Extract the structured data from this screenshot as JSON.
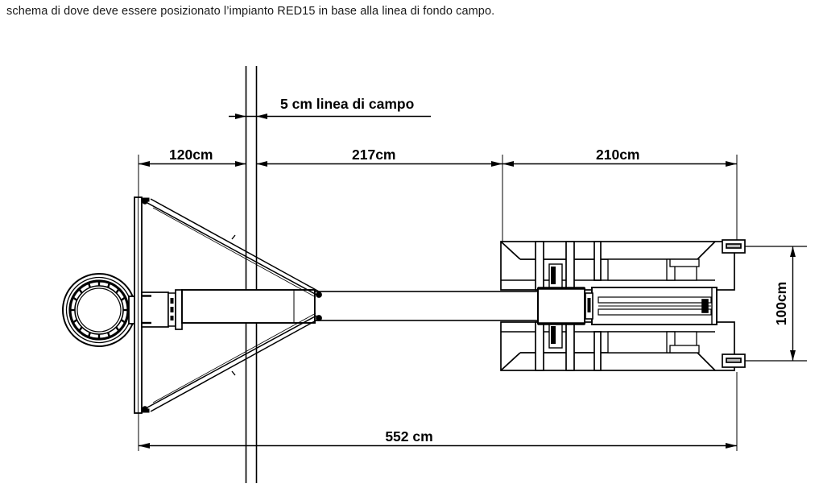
{
  "caption": "schema di dove deve essere posizionato l’impianto RED15 in base alla linea di fondo campo.",
  "drawing": {
    "title": "RED15 basketball hoop installation layout",
    "line_color": "#000000",
    "background": "#ffffff",
    "dimensions": {
      "field_line": "5 cm linea di campo",
      "backboard_to_fieldline": "120cm",
      "fieldline_to_frame": "217cm",
      "frame_length": "210cm",
      "total_length": "552 cm",
      "frame_height": "100cm"
    },
    "parts": {
      "rim": "basketball-rim",
      "backboard": "backboard",
      "boom": "main-boom-arm",
      "truss_upper": "upper-truss-arm",
      "truss_lower": "lower-truss-arm",
      "frame": "base-frame-assembly",
      "actuator": "hydraulic-actuator",
      "field_line_marks": "court-baseline-marks"
    }
  }
}
